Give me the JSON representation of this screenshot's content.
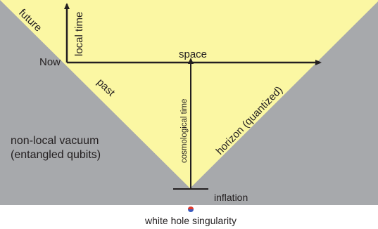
{
  "colors": {
    "vacuum": "#a7a9ac",
    "light_cone": "#fbf7a3",
    "ink": "#231f20",
    "singularity_blue": "#3b5bbf",
    "singularity_red": "#e23a2a"
  },
  "labels": {
    "future": "future",
    "local_time": "local time",
    "now": "Now",
    "space": "space",
    "past": "past",
    "cosmological_time": "cosmological time",
    "horizon": "horizon  (quantized)",
    "vacuum_line1": "non-local vacuum",
    "vacuum_line2": "(entangled qubits)",
    "inflation": "inflation",
    "singularity": "white hole singularity"
  }
}
